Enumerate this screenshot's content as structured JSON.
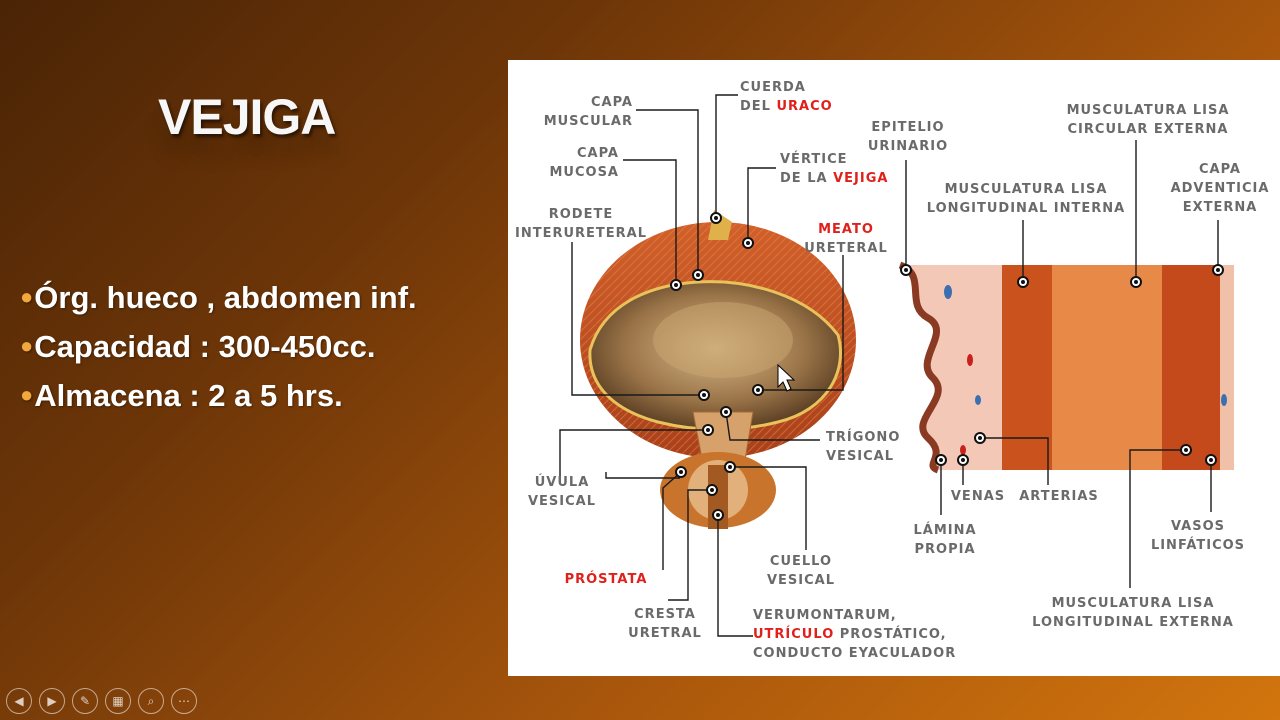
{
  "slide": {
    "title": "VEJIGA",
    "bullets": [
      "Órg. hueco , abdomen inf.",
      "Capacidad : 300-450cc.",
      "Almacena : 2 a 5 hrs."
    ]
  },
  "diagram": {
    "labels": {
      "capa_muscular": [
        "CAPA",
        "MUSCULAR"
      ],
      "capa_mucosa": [
        "CAPA",
        "MUCOSA"
      ],
      "cuerda_uraco": {
        "line1": "CUERDA",
        "line2_prefix": "DEL ",
        "line2_red": "URACO"
      },
      "vertice_vejiga": {
        "line1": "VÉRTICE",
        "line2_prefix": "DE LA ",
        "line2_red": "VEJIGA"
      },
      "rodete_interureteral": [
        "RODETE",
        "INTERURETERAL"
      ],
      "meato_ureteral": {
        "line1_red": "MEATO",
        "line2": "URETERAL"
      },
      "trigono_vesical": [
        "TRÍGONO",
        "VESICAL"
      ],
      "uvula_vesical": [
        "ÚVULA",
        "VESICAL"
      ],
      "prostata": "PRÓSTATA",
      "cuello_vesical": [
        "CUELLO",
        "VESICAL"
      ],
      "cresta_uretral": [
        "CRESTA",
        "URETRAL"
      ],
      "verumontarum": {
        "line1": "VERUMONTARUM,",
        "line2_red": "UTRÍCULO",
        "line2_rest": " PROSTÁTICO,",
        "line3": "CONDUCTO EYACULADOR"
      },
      "epitelio_urinario": [
        "EPITELIO",
        "URINARIO"
      ],
      "musc_lisa_circular": [
        "MUSCULATURA LISA",
        "CIRCULAR EXTERNA"
      ],
      "musc_lisa_long_interna": [
        "MUSCULATURA LISA",
        "LONGITUDINAL INTERNA"
      ],
      "capa_adventicia": [
        "CAPA",
        "ADVENTICIA",
        "EXTERNA"
      ],
      "venas": "VENAS",
      "arterias": "ARTERIAS",
      "lamina_propia": [
        "LÁMINA",
        "PROPIA"
      ],
      "vasos_linfaticos": [
        "VASOS",
        "LINFÁTICOS"
      ],
      "musc_lisa_long_externa": [
        "MUSCULATURA LISA",
        "LONGITUDINAL EXTERNA"
      ]
    },
    "colors": {
      "label_gray": "#6a6a6a",
      "label_red": "#e0201a",
      "muscle": "#c8521c",
      "lumen": "#b08a58"
    }
  },
  "nav": {
    "icons": [
      "prev-icon",
      "next-icon",
      "pen-icon",
      "slides-icon",
      "zoom-icon",
      "more-icon"
    ],
    "glyphs": [
      "◀",
      "▶",
      "✎",
      "▦",
      "⌕",
      "⋯"
    ]
  }
}
